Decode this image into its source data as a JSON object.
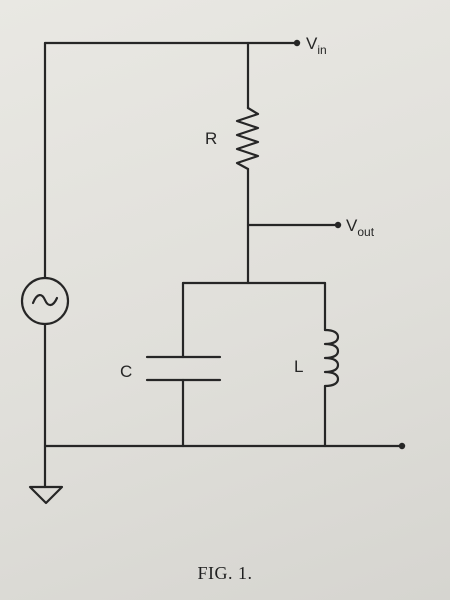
{
  "diagram": {
    "components": {
      "resistor": "R",
      "capacitor": "C",
      "inductor": "L"
    },
    "terminals": {
      "input": {
        "main": "V",
        "sub": "in"
      },
      "output": {
        "main": "V",
        "sub": "out"
      }
    }
  },
  "caption": "FIG. 1."
}
